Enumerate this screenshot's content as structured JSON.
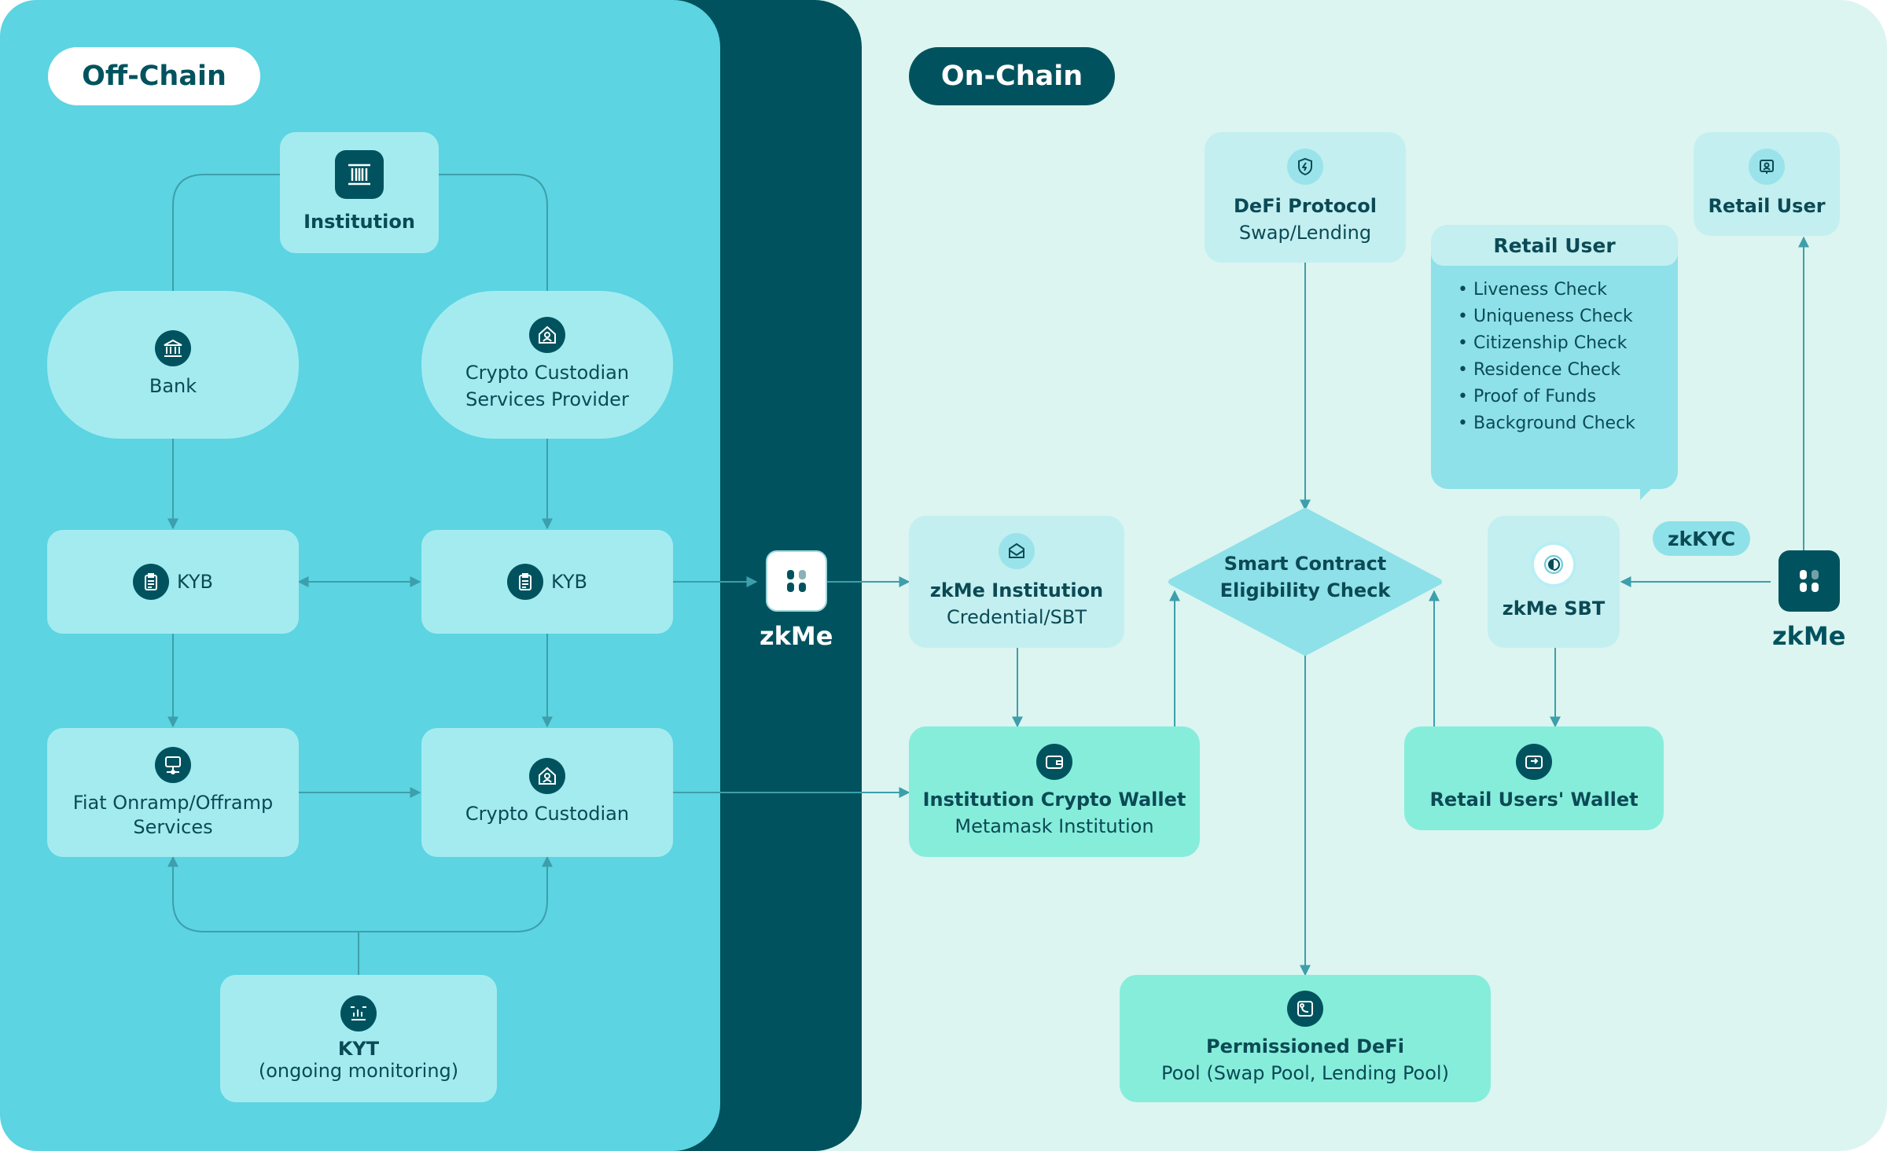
{
  "sections": {
    "off_chain": "Off-Chain",
    "on_chain": "On-Chain"
  },
  "nodes": {
    "institution": "Institution",
    "bank": "Bank",
    "custodian_provider_line1": "Crypto Custodian",
    "custodian_provider_line2": "Services Provider",
    "kyb_left": "KYB",
    "kyb_right": "KYB",
    "fiat_line1": "Fiat Onramp/Offramp",
    "fiat_line2": "Services",
    "crypto_custodian": "Crypto Custodian",
    "kyt_title": "KYT",
    "kyt_sub": "(ongoing monitoring)",
    "zkme_inst_title": "zkMe Institution",
    "zkme_inst_sub": "Credential/SBT",
    "inst_wallet_title": "Institution Crypto Wallet",
    "inst_wallet_sub": "Metamask Institution",
    "defi_title": "DeFi Protocol",
    "defi_sub": "Swap/Lending",
    "smart_contract_line1": "Smart Contract",
    "smart_contract_line2": "Eligibility Check",
    "permissioned_title": "Permissioned DeFi",
    "permissioned_sub": "Pool (Swap Pool, Lending Pool)",
    "retail_user_top": "Retail User",
    "zkme_sbt": "zkMe SBT",
    "retail_wallet": "Retail Users' Wallet",
    "zkkyc": "zkKYC"
  },
  "callout": {
    "title": "Retail User",
    "items": [
      "Liveness Check",
      "Uniqueness Check",
      "Citizenship Check",
      "Residence Check",
      "Proof of Funds",
      "Background Check"
    ]
  },
  "logos": {
    "middle": "zkMe",
    "right": "zkMe"
  },
  "icons": {
    "institution": "building-columns-icon",
    "bank": "bank-icon",
    "custodian": "house-user-icon",
    "kyb": "clipboard-list-icon",
    "fiat": "monitor-network-icon",
    "kyt": "chart-scan-icon",
    "zkme_inst": "envelope-icon",
    "wallet": "wallet-icon",
    "defi": "shield-bolt-icon",
    "permissioned": "route-card-icon",
    "retail_user": "user-badge-icon",
    "retail_wallet": "wallet-exchange-icon",
    "sbt": "token-badge-icon",
    "zkme": "zkme-logo-icon"
  },
  "colors": {
    "off_chain_bg": "#5cd4e2",
    "mid_band": "#00535e",
    "on_chain_bg": "#dcf5f1",
    "node_light": "#a4ebf0",
    "node_mint": "#86eddb",
    "text_dark": "#0b4a55",
    "connector": "#3d9fab"
  }
}
